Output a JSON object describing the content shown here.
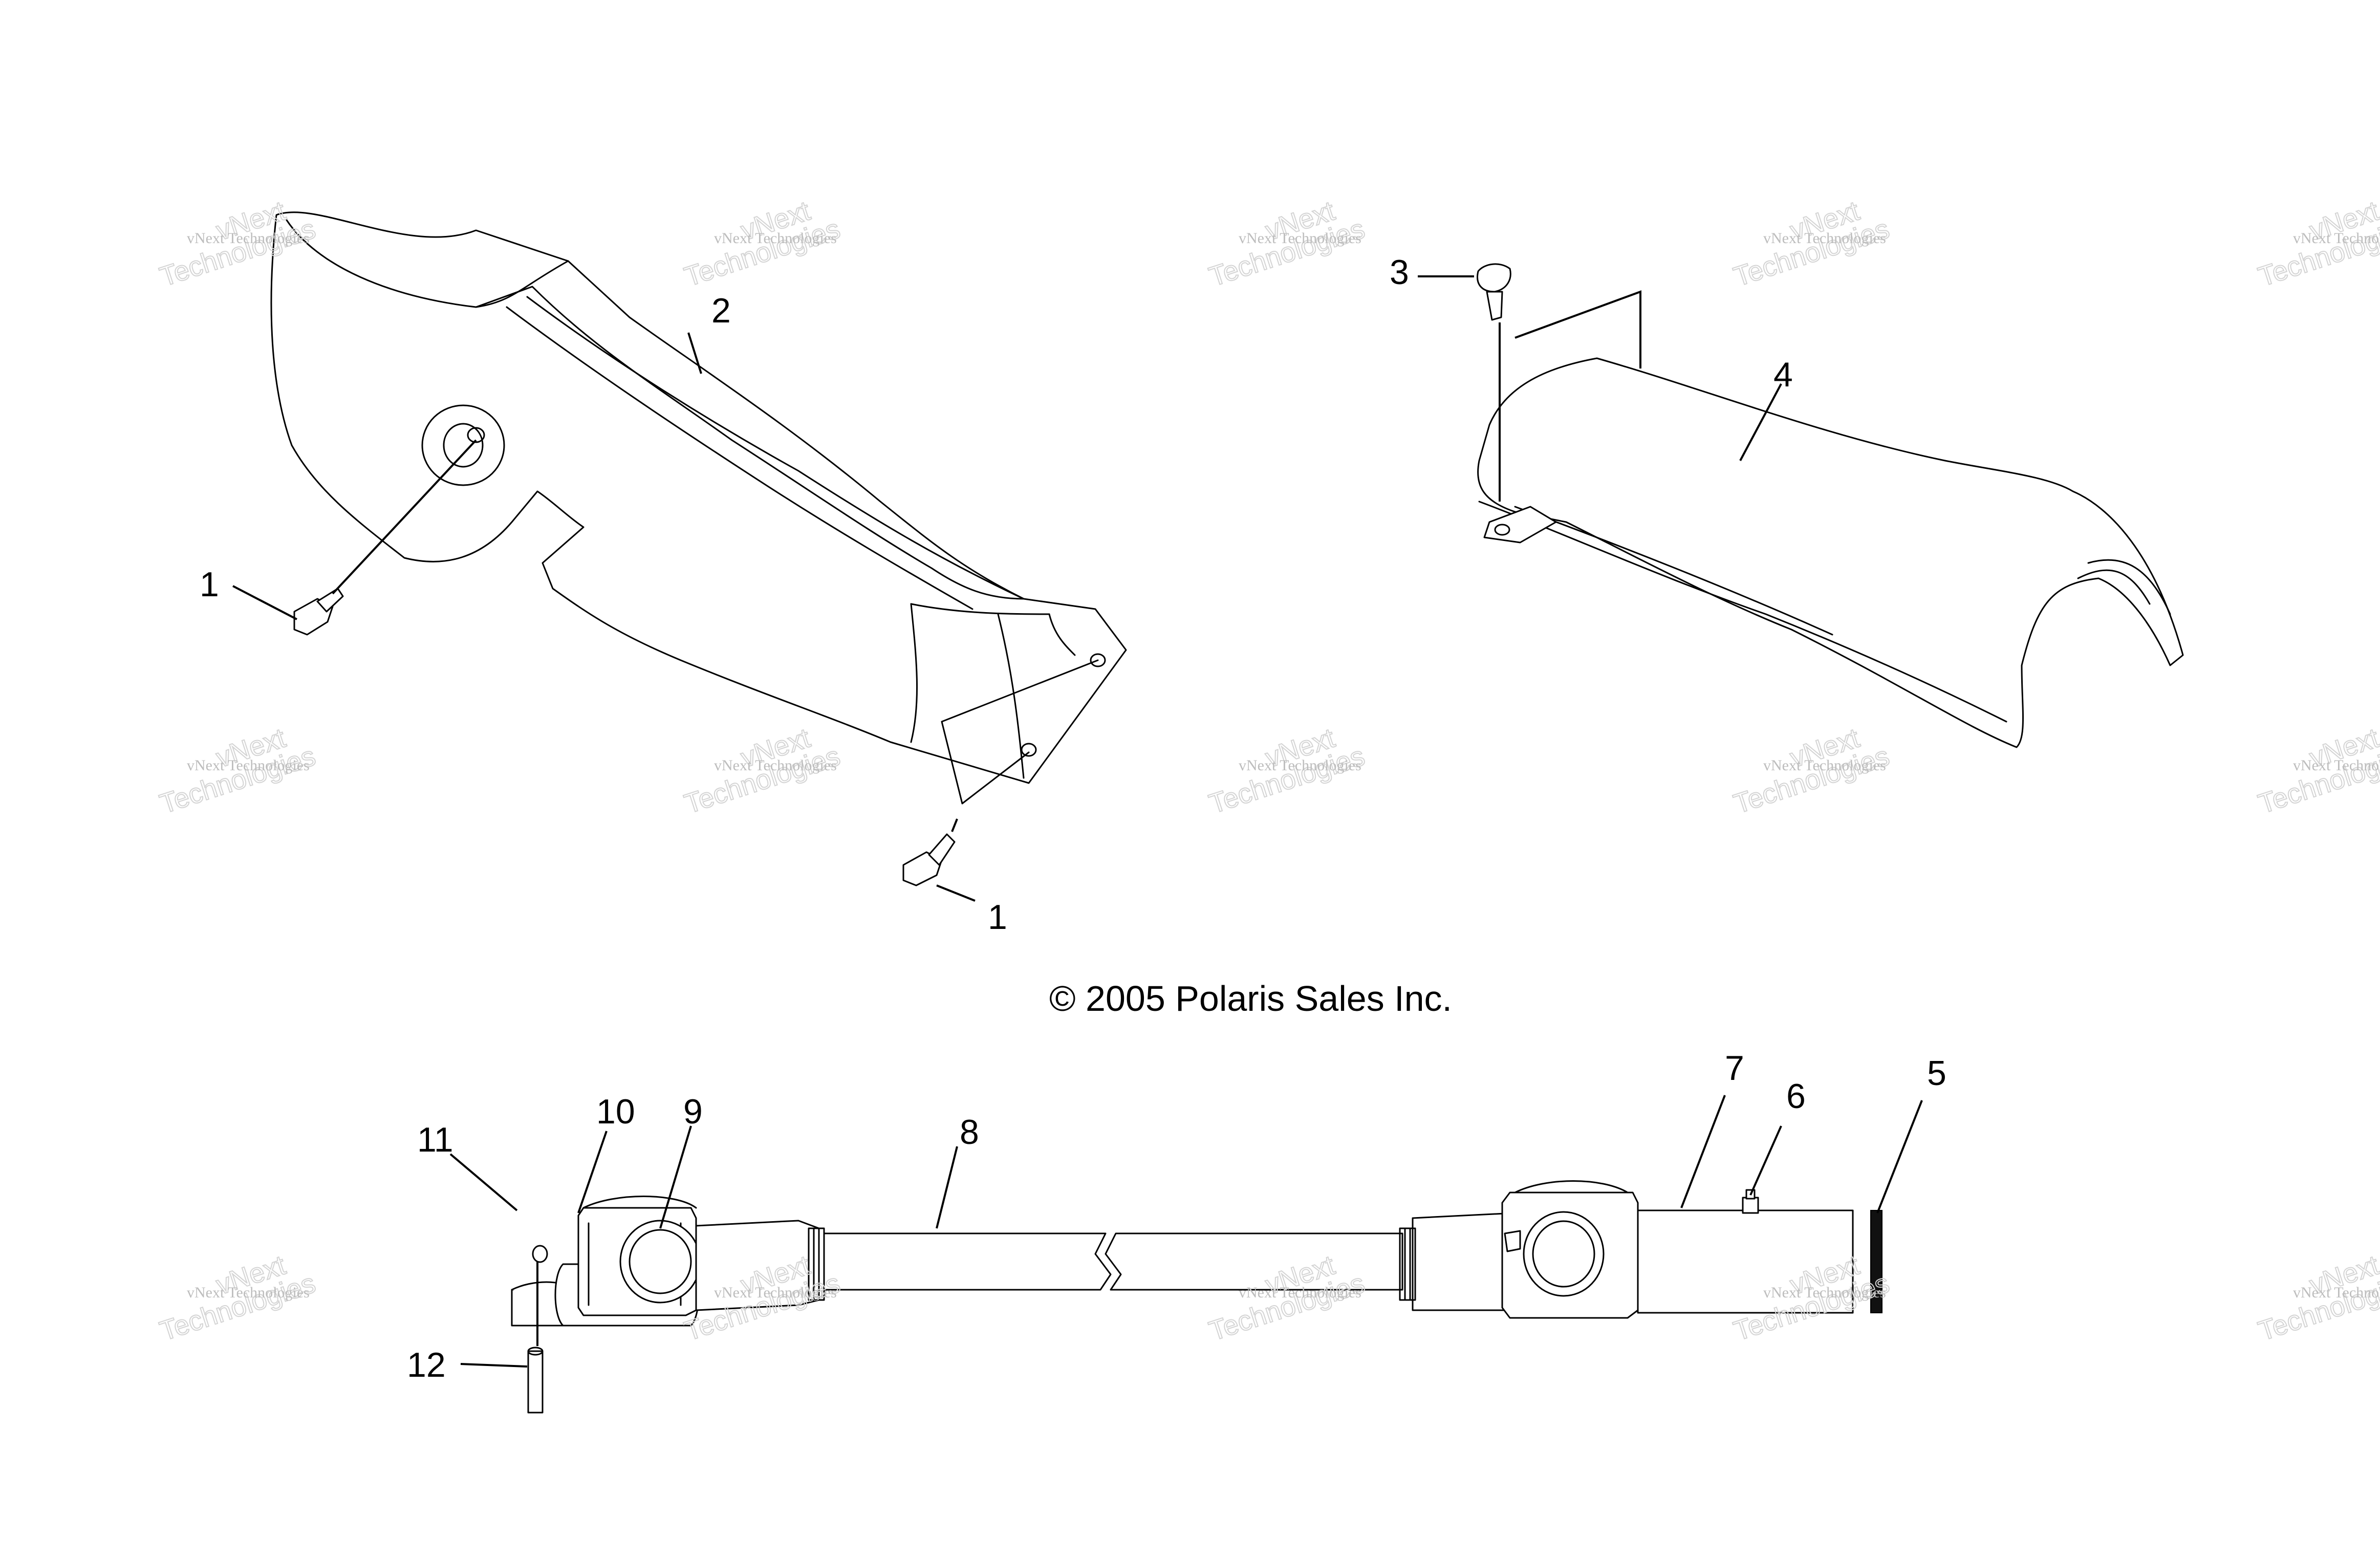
{
  "copyright": "© 2005 Polaris Sales Inc.",
  "callouts": {
    "c1a": "1",
    "c1b": "1",
    "c2": "2",
    "c3": "3",
    "c4": "4",
    "c5": "5",
    "c6": "6",
    "c7": "7",
    "c8": "8",
    "c9": "9",
    "c10": "10",
    "c11": "11",
    "c12": "12"
  },
  "watermark": {
    "line1": "vNext Technologies",
    "line2": "Technologies",
    "line3": "vNext"
  }
}
